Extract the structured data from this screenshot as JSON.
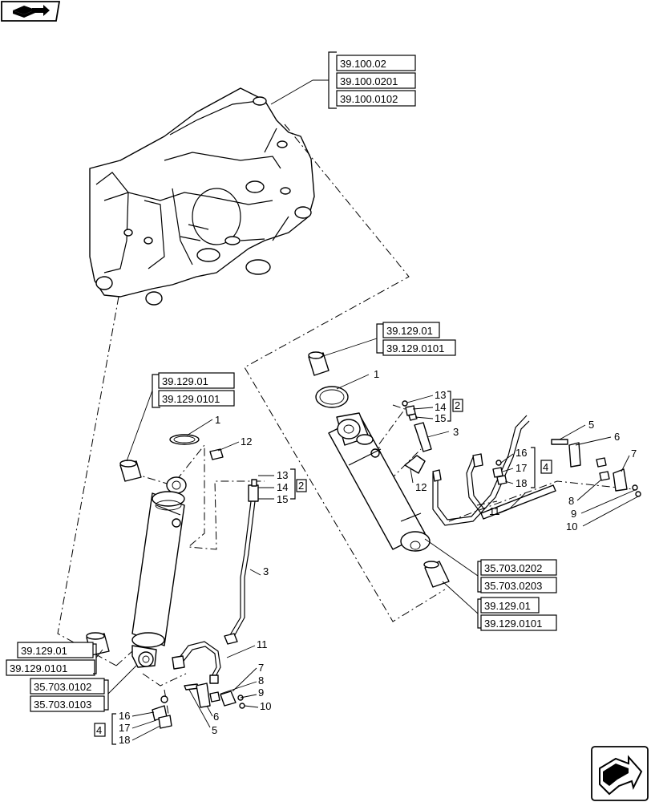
{
  "references": {
    "frame": [
      "39.100.02",
      "39.100.0201",
      "39.100.0102"
    ],
    "right_pin_top": [
      "39.129.01",
      "39.129.0101"
    ],
    "left_pin_top": [
      "39.129.01",
      "39.129.0101"
    ],
    "left_pin_bottom": [
      "39.129.01",
      "39.129.0101"
    ],
    "left_cylinder": [
      "35.703.0102",
      "35.703.0103"
    ],
    "right_cylinder": [
      "35.703.0202",
      "35.703.0203"
    ],
    "right_pin_bottom": [
      "39.129.01",
      "39.129.0101"
    ]
  },
  "callouts": {
    "left": {
      "n1": "1",
      "n12": "12",
      "n13": "13",
      "n14": "14",
      "n15": "15",
      "g2": "2",
      "n3": "3",
      "n11": "11",
      "n7": "7",
      "n8": "8",
      "n9": "9",
      "n10": "10",
      "n6": "6",
      "n5": "5",
      "n16": "16",
      "n17": "17",
      "n18": "18",
      "g4": "4"
    },
    "right": {
      "n1": "1",
      "n13": "13",
      "n14": "14",
      "n15": "15",
      "g2": "2",
      "n3": "3",
      "n12": "12",
      "n16": "16",
      "n17": "17",
      "n18": "18",
      "g4": "4",
      "n5": "5",
      "n6": "6",
      "n7": "7",
      "n8": "8",
      "n9": "9",
      "n10": "10",
      "n11": "11"
    }
  },
  "icons": {
    "top_left": "book-arrow-icon",
    "bottom_right": "next-page-arrow-icon"
  }
}
